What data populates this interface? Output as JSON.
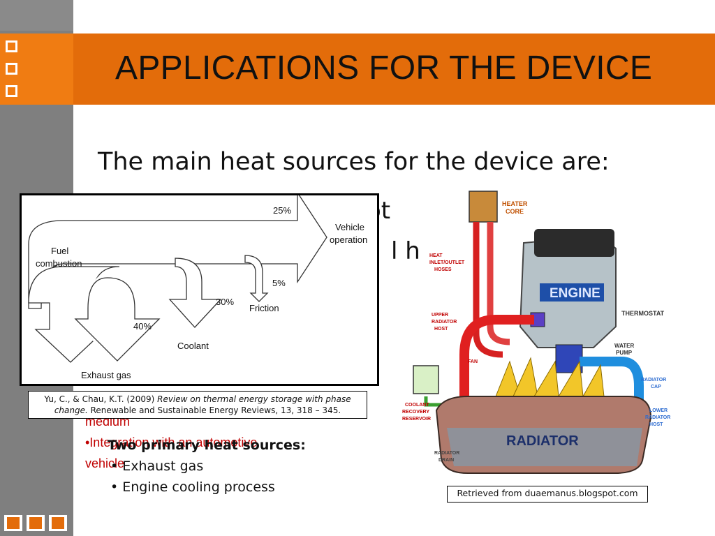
{
  "slide": {
    "title": "APPLICATIONS FOR THE DEVICE",
    "heading": "The main heat sources for the device are:",
    "partially_hidden_text": [
      "ot",
      "l h"
    ],
    "red_bullets": [
      "medium",
      "•Integration  with  an  automotive",
      "vehicle"
    ],
    "heat_sources_label": "Two primary heat sources:",
    "heat_sources": [
      "• Exhaust gas",
      "• Engine cooling process"
    ]
  },
  "energy_diagram": {
    "labels": {
      "fuel": "Fuel combustion",
      "vehicle": "Vehicle operation",
      "exhaust": "Exhaust gas",
      "coolant": "Coolant",
      "friction": "Friction"
    },
    "flows": [
      {
        "name": "Vehicle operation",
        "percent": "25%"
      },
      {
        "name": "Exhaust gas",
        "percent": "40%"
      },
      {
        "name": "Coolant",
        "percent": "30%"
      },
      {
        "name": "Friction",
        "percent": "5%"
      }
    ]
  },
  "citation": {
    "text_before": "Yu, C., & Chau, K.T. (2009) ",
    "italic": "Review on thermal energy storage with phase change.",
    "text_after": " Renewable and Sustainable Energy Reviews, 13, 318 – 345."
  },
  "engine_diagram": {
    "labels": {
      "heater_core": "HEATER CORE",
      "heat_hoses": "HEAT INLET/OUTLET HOSES",
      "engine": "ENGINE",
      "thermostat": "THERMOSTAT",
      "upper_hose": "UPPER RADIATOR HOST",
      "water_pump": "WATER PUMP",
      "fan": "FAN",
      "radiator_cap": "RADIATOR CAP",
      "coolant_reservoir": "COOLANT RECOVERY RESERVOIR",
      "lower_hose": "LOWER RADIATOR HOST",
      "radiator": "RADIATOR",
      "radiator_drain": "RADIATOR DRAIN"
    }
  },
  "credit": "Retrieved from duaemanus.blogspot.com",
  "colors": {
    "accent": "#e36c0a",
    "sidebar": "#7f7f7f",
    "red_text": "#c00000"
  }
}
